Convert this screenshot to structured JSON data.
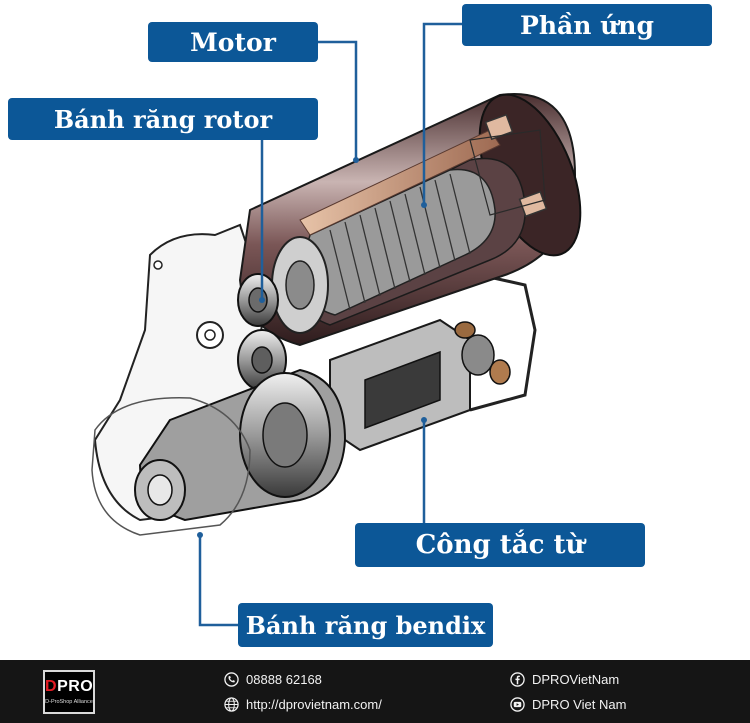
{
  "labels": {
    "motor": "Motor",
    "phan_ung": "Phần ứng",
    "banh_rang_rotor": "Bánh răng rotor",
    "cong_tac_tu": "Công tắc từ",
    "banh_rang_bendix": "Bánh răng bendix"
  },
  "footer": {
    "logo_text_d": "D",
    "logo_text_pro": "PRO",
    "logo_tagline": "D-ProShop Alliance",
    "phone": "08888 62168",
    "website": "http://dprovietnam.com/",
    "facebook": "DPROVietNam",
    "youtube": "DPRO Viet Nam"
  },
  "colors": {
    "label_bg": "#0c5797",
    "footer_bg": "#151515",
    "brand_red": "#e31b23"
  }
}
